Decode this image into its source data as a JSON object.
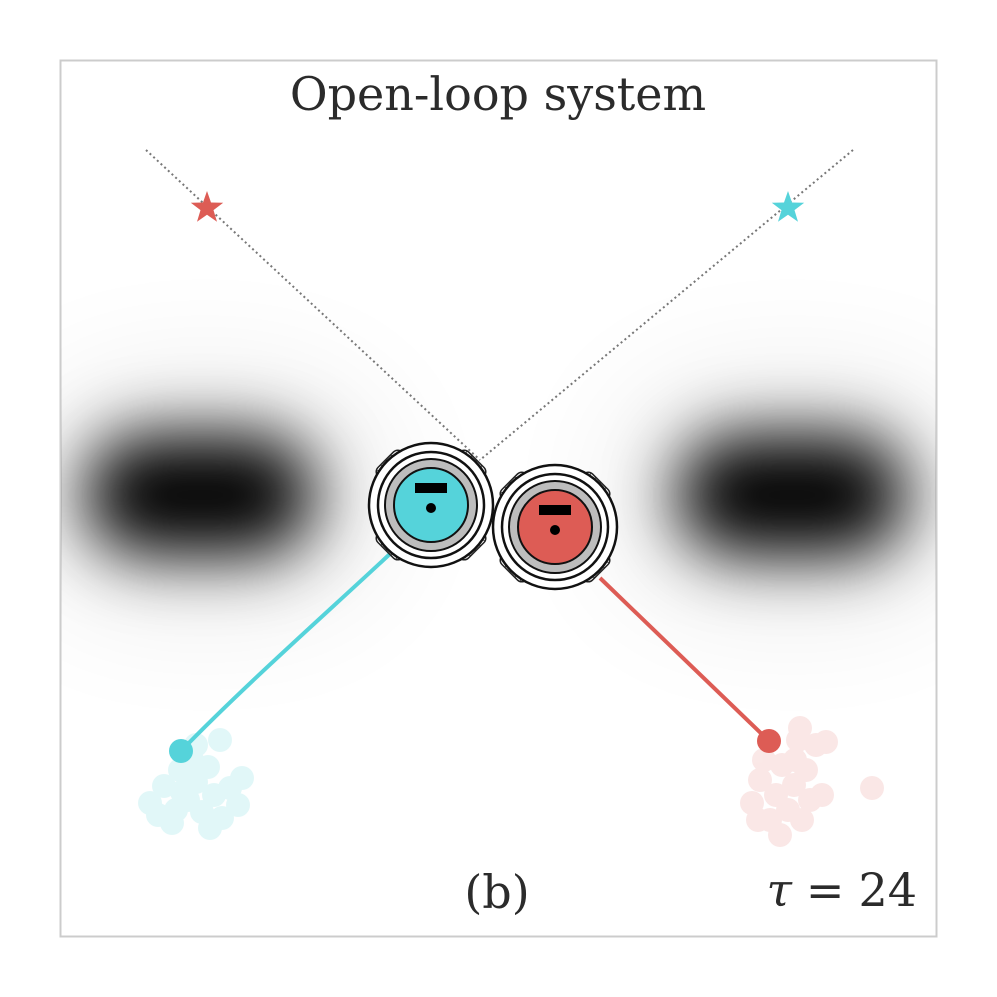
{
  "figure": {
    "title": "Open-loop system",
    "panel_label": "(b)",
    "time_label_symbol": "τ",
    "time_label_operator": "=",
    "time_value": "24"
  },
  "colors": {
    "agent_cyan": "#55d3da",
    "agent_red": "#dd5c55",
    "reference_line": "#777777",
    "obstacle": "#000000",
    "frame": "#cccccc"
  },
  "agents": [
    {
      "name": "cyan-agent",
      "color_key": "agent_cyan",
      "goal_icon": "star-icon",
      "start_icon": "dot-icon"
    },
    {
      "name": "red-agent",
      "color_key": "agent_red",
      "goal_icon": "star-icon",
      "start_icon": "dot-icon"
    }
  ],
  "obstacles": [
    {
      "name": "left-obstacle",
      "shape": "blurred-capsule"
    },
    {
      "name": "right-obstacle",
      "shape": "blurred-capsule"
    }
  ]
}
